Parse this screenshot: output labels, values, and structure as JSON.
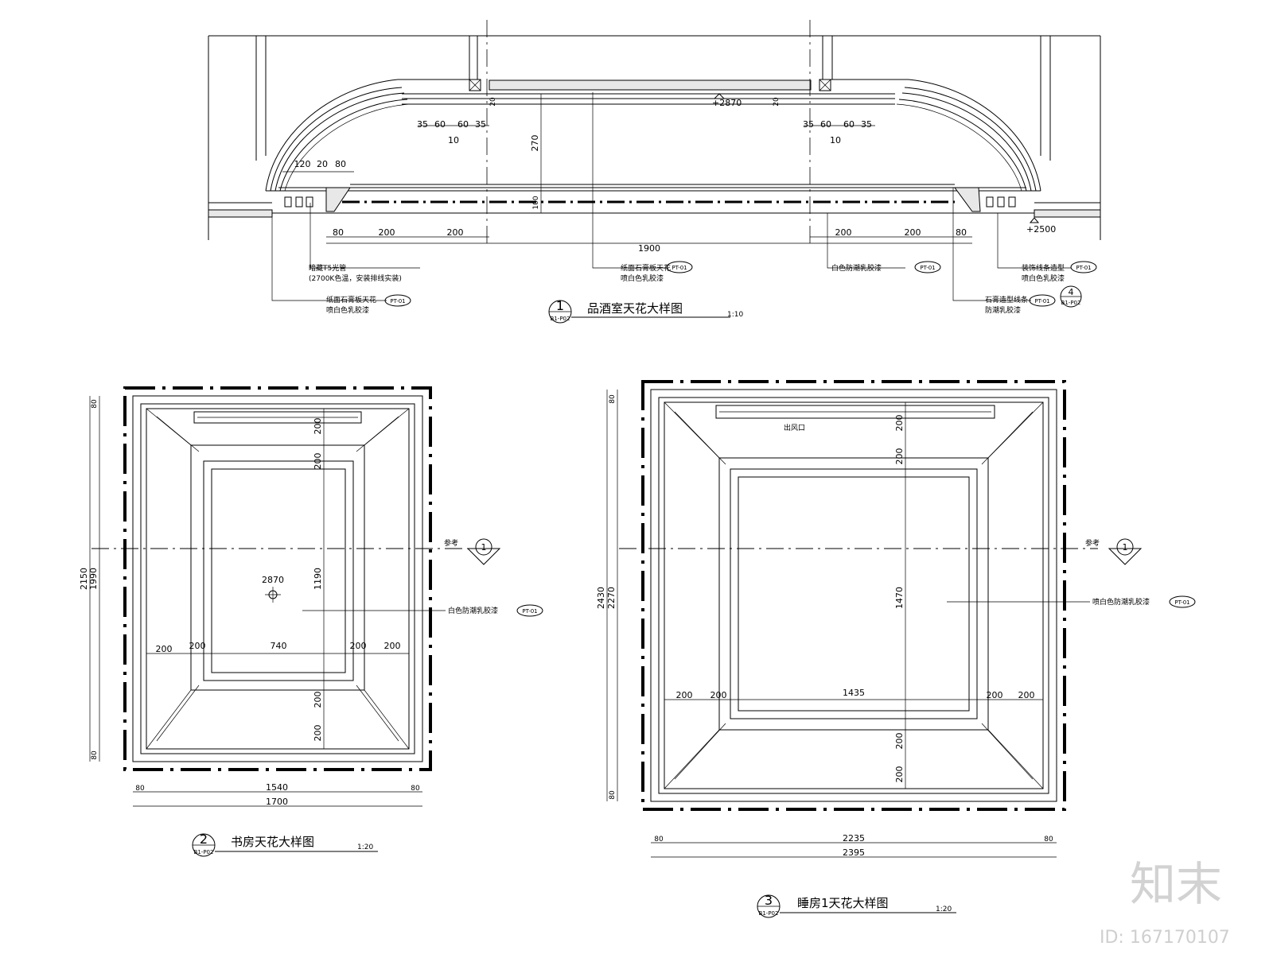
{
  "section_1": {
    "title": "品酒室天花大样图",
    "number": "1",
    "sheet": "B1-P02",
    "scale": "1:10",
    "level_top": "+2870",
    "level_bottom": "+2500",
    "dims": {
      "d35": "35",
      "d60": "60",
      "d10": "10",
      "d20": "20",
      "d270": "270",
      "d100": "100",
      "d120": "120",
      "d80": "80",
      "d200": "200",
      "d1900": "1900"
    },
    "notes": {
      "light": "暗藏T5光管",
      "light_spec": "(2700K色温，安装排线实装)",
      "gypsum_left": "纸面石膏板天花",
      "gypsum_left_2": "喷白色乳胶漆",
      "gypsum_center": "纸面石膏板天花",
      "gypsum_center_2": "喷白色乳胶漆",
      "white_paint": "白色防潮乳胶漆",
      "gypsum_right": "石膏造型线条",
      "gypsum_right_2": "防潮乳胶漆",
      "line_right": "装饰线条造型",
      "line_right_2": "喷白色乳胶漆",
      "tag": "PT-01",
      "detail_num": "4",
      "detail_sheet": "B1-P02"
    }
  },
  "section_2": {
    "title": "书房天花大样图",
    "number": "2",
    "sheet": "B1-P02",
    "scale": "1:20",
    "height": "2870",
    "dims": {
      "d80": "80",
      "d2150": "2150",
      "d1990": "1990",
      "d200": "200",
      "d1190": "1190",
      "d740": "740",
      "d1540": "1540",
      "d1700": "1700"
    },
    "section_ref": "1",
    "ref_label": "参考",
    "note": "白色防潮乳胶漆",
    "tag": "PT-01"
  },
  "section_3": {
    "title": "睡房1天花大样图",
    "number": "3",
    "sheet": "B1-P02",
    "scale": "1:20",
    "dims": {
      "d80": "80",
      "d2430": "2430",
      "d2270": "2270",
      "d200": "200",
      "d1470": "1470",
      "d1435": "1435",
      "d2235": "2235",
      "d2395": "2395"
    },
    "section_ref": "1",
    "ref_label": "参考",
    "note": "喷白色防潮乳胶漆",
    "tag": "PT-01",
    "vent": "出风口"
  },
  "watermark": {
    "logo": "知末",
    "id": "ID: 167170107"
  }
}
